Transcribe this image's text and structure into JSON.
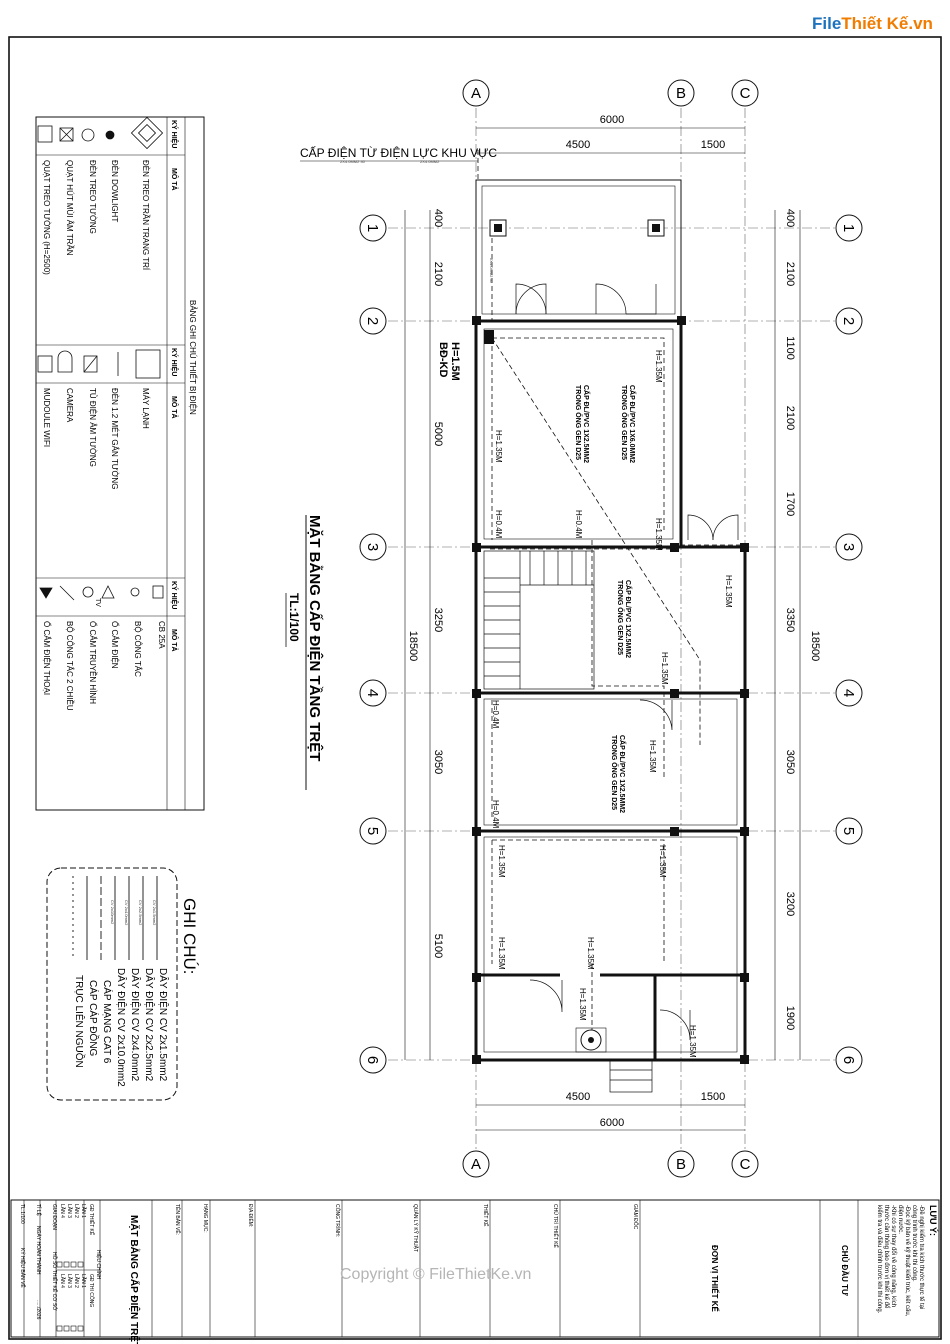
{
  "site_logo": {
    "part1": "File",
    "part2": "Thiết Kế",
    "part3": ".vn"
  },
  "watermark": "Copyright © FileThietKe.vn",
  "drawing": {
    "title": "MẶT BẰNG CẤP ĐIỆN TẦNG TRỆT",
    "scale": "TL:1/100",
    "feed_label": "CẤP ĐIỆN TỪ ĐIỆN LỰC KHU VỰC",
    "panel_tag": [
      "H=1.5M",
      "BĐ-KD"
    ],
    "grid_letters": [
      "A",
      "B",
      "C"
    ],
    "grid_numbers": [
      "1",
      "2",
      "3",
      "4",
      "5",
      "6"
    ],
    "dims_top": {
      "total": "6000",
      "a": "4500",
      "b": "1500"
    },
    "dims_bottom": {
      "total": "6000",
      "a": "4500",
      "b": "1500"
    },
    "dims_left": {
      "d1": "400",
      "d2": "2100",
      "d3": "5000",
      "d4": "3250",
      "d5": "3050",
      "d6": "5100",
      "total": "18500"
    },
    "dims_right": {
      "d1": "400",
      "d2": "2100",
      "d3": "1100",
      "d4": "2100",
      "d5": "1700",
      "d6": "3350",
      "d7": "3050",
      "d8": "3200",
      "d9": "1900",
      "total": "18500"
    },
    "height_tags": [
      "H=1.35M",
      "H=1.35M",
      "H=0.4M",
      "H=0.4M",
      "H=1.35M",
      "H=1.35M",
      "H=1.35M",
      "H=0.4M",
      "H=1.35M",
      "H=0.4M",
      "H=1.35M",
      "H=1.35M",
      "H=1.35M",
      "H=1.35M",
      "H=1.35M",
      "H=1.35M"
    ],
    "cable_notes": [
      [
        "CẤP ĐL/PVC 1X2.5MM2",
        "TRONG ỐNG GEN D25"
      ],
      [
        "CẤP ĐL/PVC 1X6.0MM2",
        "TRONG ỐNG GEN D25"
      ],
      [
        "CẤP ĐL/PVC 1X2.5MM2",
        "TRONG ỐNG GEN D25"
      ],
      [
        "CẤP ĐL/PVC 1X2.5MM2",
        "TRONG ỐNG GEN D25"
      ]
    ],
    "small_labels": [
      "2X4.0MM2 40",
      "2X4.0MM2 40",
      "2X4.0MM2"
    ]
  },
  "legend": {
    "title": "BẢNG GHI CHÚ THIẾT BỊ ĐIỆN",
    "col_symbol": "KÝ HIỆU",
    "col_desc": "MÔ TẢ",
    "group1": [
      "ĐÈN TREO TRẦN TRANG TRÍ",
      "ĐÈN DOWLIGHT",
      "ĐÈN TREO TƯỜNG",
      "QUẠT HÚT MÙI ÂM TRẦN",
      "QUẠT TREO TƯỜNG (H=2500)"
    ],
    "group2": [
      "MÁY LẠNH",
      "ĐÈN 1.2 MÉT GẮN TƯỜNG",
      "TỦ ĐIỆN ÂM TƯỜNG",
      "CAMERA",
      "MUDOULE WIFI"
    ],
    "group3": [
      "CB 25A",
      "BỘ CÔNG TẮC",
      "Ổ CẮM ĐIỆN",
      "Ổ CẮM TRUYỀN HÌNH",
      "BỘ CÔNG TẮC 2 CHIỀU",
      "Ổ CẮM ĐIỆN THOẠI"
    ],
    "tv_label": "TV"
  },
  "notes": {
    "title": "GHI CHÚ:",
    "items": [
      "DÂY ĐIỆN CV 2x1.5mm2",
      "DÂY ĐIỆN CV 2x2.5mm2",
      "DÂY ĐIỆN CV 2x4.0mm2",
      "DÂY ĐIỆN CV 2x10.0mm2",
      "CÁP MẠNG CAT 6",
      "CÁP CÁP ĐỒNG",
      "TRỤC LIÊN NGUỒN"
    ],
    "line_tags": [
      "CV 2x1.5mm2",
      "CV 2x2.5mm2",
      "CV 2x4.0mm2",
      "CV 2x10mm2"
    ]
  },
  "title_block": {
    "luu_y_title": "LƯU Ý:",
    "luu_y_lines": [
      "-Đề nghị kiểm tra kích thước thực tế tại",
      "công trình trước khi thi công.",
      "-Đọc kỹ bản vẽ kỹ thuật kiến trúc, kết cấu,",
      "điện nước.",
      "-Khi có sự thay đổi về công năng, kích",
      "thước cần thông báo đơn vị thiết kế để",
      "kiểm tra và điều chỉnh trước khi thi công."
    ],
    "owner": "CHỦ ĐẦU TƯ",
    "design_unit": "ĐƠN VỊ THIẾT KẾ",
    "director": "GIÁM ĐỐC",
    "lead": "CHỦ TRÌ THIẾT KẾ",
    "designer": "THIẾT KẾ",
    "qa": "QUẢN LÝ KỸ THUẬT",
    "project": "CÔNG TRÌNH:",
    "location": "ĐỊA ĐIỂM:",
    "item": "HẠNG MỤC:",
    "sheet_name_label": "TÊN BẢN VẼ:",
    "sheet_name": "MẶT BẰNG CẤP ĐIỆN TRỆT",
    "revisions_title": "HIỆU CHỈNH",
    "rev_left_head": "GĐ THIẾT KẾ",
    "rev_right_head": "GĐ THI CÔNG",
    "rev_left": [
      "LẦN 1",
      "LẦN 2",
      "LẦN 3",
      "LẦN 4"
    ],
    "rev_right": [
      "LẦN 1",
      "LẦN 2",
      "LẦN 3",
      "LẦN 4"
    ],
    "phase_label": "GIAI ĐOẠN",
    "phase_value": "HỒ SƠ THIẾT KẾ CƠ SỞ",
    "scale_label": "TỈ LỆ",
    "scale_value": "TL:1/100",
    "date_label": "NGÀY HOÀN THÀNH",
    "date_value": "...../2026",
    "code_label": "KÝ HIỆU BẢN VẼ"
  }
}
